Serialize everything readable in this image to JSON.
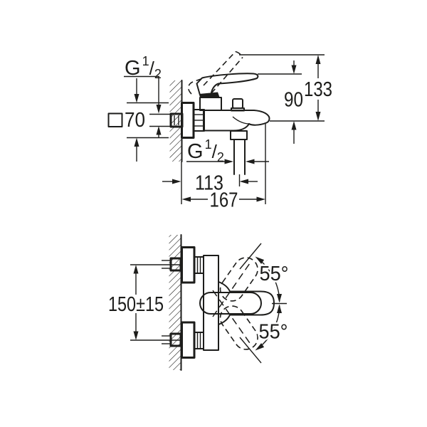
{
  "page": {
    "background": "#ffffff",
    "line_color": "#1d1d1b"
  },
  "views": {
    "side_view": {
      "thread_label_top": {
        "prefix": "G",
        "numerator": "1",
        "fraction_slash": "/",
        "denominator": "2"
      },
      "escutcheon_dimension": {
        "symbol": "square",
        "value": "70"
      },
      "overall_height": "133",
      "spout_height": "90",
      "thread_label_spout": {
        "prefix": "G",
        "numerator": "1",
        "fraction_slash": "/",
        "denominator": "2"
      },
      "wall_to_hose_outlet": "113",
      "wall_to_spout_end": "167"
    },
    "plan_view": {
      "connection_distance": "150±15",
      "lever_swing_up": "55°",
      "lever_swing_down": "55°"
    }
  }
}
